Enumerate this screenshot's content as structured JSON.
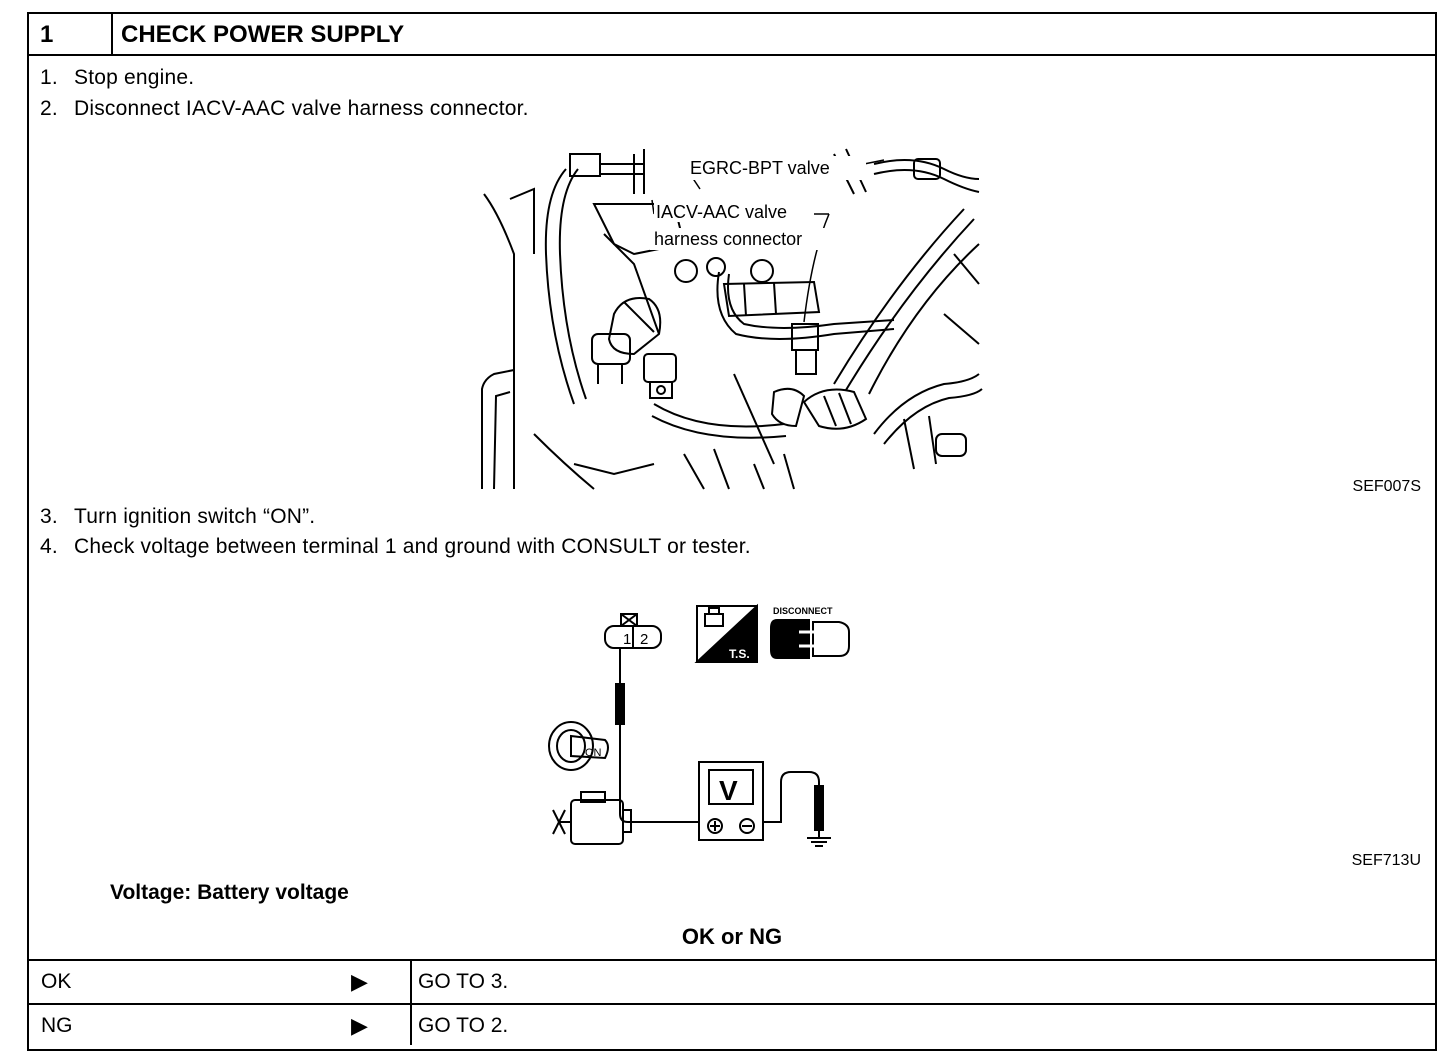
{
  "header": {
    "number": "1",
    "title": "CHECK POWER SUPPLY"
  },
  "steps": [
    {
      "num": "1.",
      "text": "Stop engine."
    },
    {
      "num": "2.",
      "text": "Disconnect IACV-AAC valve harness connector."
    },
    {
      "num": "3.",
      "text": "Turn ignition switch “ON”."
    },
    {
      "num": "4.",
      "text": "Check voltage between terminal 1 and ground with CONSULT or tester."
    }
  ],
  "figure1": {
    "label_egrc": "EGRC-BPT valve",
    "label_iacv_1": "IACV-AAC valve",
    "label_iacv_2": "harness connector",
    "ref": "SEF007S"
  },
  "figure2": {
    "term1": "1",
    "term2": "2",
    "ts_label": "T.S.",
    "disconnect_label": "DISCONNECT",
    "key_label": "ON",
    "meter_label": "V",
    "ref": "SEF713U"
  },
  "spec": "Voltage: Battery voltage",
  "decision": "OK or NG",
  "results": [
    {
      "label": "OK",
      "action": "GO TO 3."
    },
    {
      "label": "NG",
      "action": "GO TO 2."
    }
  ]
}
